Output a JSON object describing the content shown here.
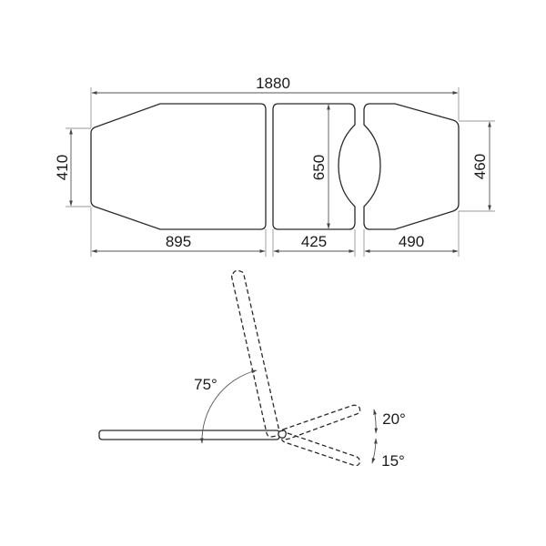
{
  "top_view": {
    "overall_length": "1880",
    "width_head": "410",
    "width_middle": "650",
    "width_foot": "460",
    "length_back": "895",
    "length_seat": "425",
    "length_leg": "490"
  },
  "side_view": {
    "backrest_angle": "75°",
    "leg_up_angle": "20°",
    "leg_down_angle": "15°"
  }
}
